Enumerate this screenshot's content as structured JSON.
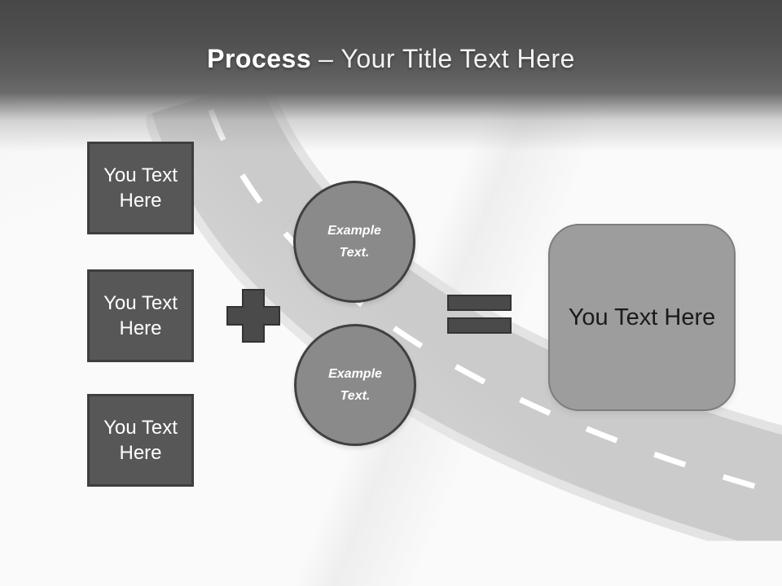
{
  "title": {
    "bold": "Process",
    "separator": "–",
    "rest": "Your Title Text Here"
  },
  "left_boxes": [
    {
      "label": "You Text Here"
    },
    {
      "label": "You Text Here"
    },
    {
      "label": "You Text Here"
    }
  ],
  "operators": {
    "plus_icon": "plus-sign",
    "equals_icon": "equals-sign"
  },
  "circles": [
    {
      "label": "Example Text."
    },
    {
      "label": "Example Text."
    }
  ],
  "result_box": {
    "label": "You Text Here"
  },
  "road": {
    "style": "curved-road-with-white-dashes"
  },
  "colors": {
    "header-dark": "#474747",
    "header-mid": "#6b6b6b",
    "title-text": "#ffffff",
    "box-fill": "#575757",
    "box-border": "#3e3e3e",
    "box-text": "#ffffff",
    "circle-fill": "#8a8a8a",
    "circle-border": "#404040",
    "operator-fill": "#4a4a4a",
    "operator-border": "#333333",
    "result-fill": "#9d9d9d",
    "result-border": "#7d7d7d",
    "result-text": "#1a1a1a",
    "road-body": "#cbcbcb",
    "road-edge": "#e3e3e3",
    "road-dash": "#ffffff"
  }
}
